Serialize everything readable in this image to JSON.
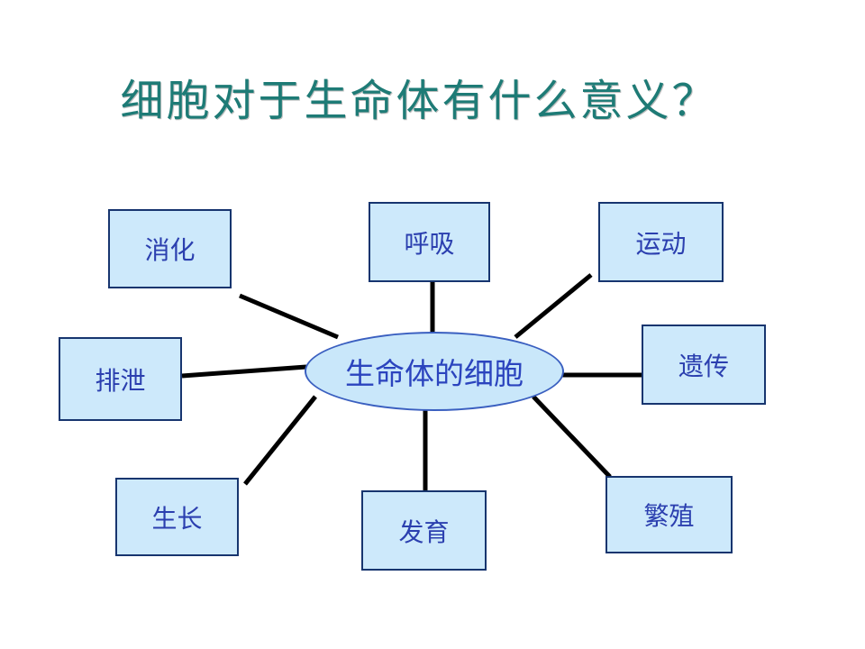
{
  "slide": {
    "title": "细胞对于生命体有什么意义？"
  },
  "diagram": {
    "hub": {
      "label": "生命体的细胞"
    },
    "nodes": [
      {
        "id": "digestion",
        "label": "消化"
      },
      {
        "id": "respiration",
        "label": "呼吸"
      },
      {
        "id": "movement",
        "label": "运动"
      },
      {
        "id": "excretion",
        "label": "排泄"
      },
      {
        "id": "heredity",
        "label": "遗传"
      },
      {
        "id": "growth",
        "label": "生长"
      },
      {
        "id": "development",
        "label": "发育"
      },
      {
        "id": "reproduction",
        "label": "繁殖"
      }
    ],
    "colors": {
      "title_text": "#1E7B76",
      "node_fill": "#CDE9FB",
      "node_border": "#17356F",
      "node_text": "#2B3FAF",
      "hub_fill": "#C9E7FA",
      "hub_border": "#3A5FC0",
      "hub_text": "#2B44BE",
      "connector": "#000000",
      "background": "#FFFFFF"
    }
  }
}
